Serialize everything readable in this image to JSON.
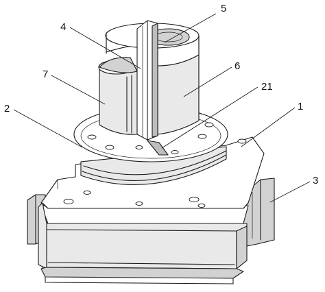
{
  "callouts": [
    {
      "id": "1",
      "label": "1"
    },
    {
      "id": "2",
      "label": "2"
    },
    {
      "id": "3",
      "label": "3"
    },
    {
      "id": "4",
      "label": "4"
    },
    {
      "id": "5",
      "label": "5"
    },
    {
      "id": "6",
      "label": "6"
    },
    {
      "id": "7",
      "label": "7"
    },
    {
      "id": "21",
      "label": "21"
    }
  ]
}
